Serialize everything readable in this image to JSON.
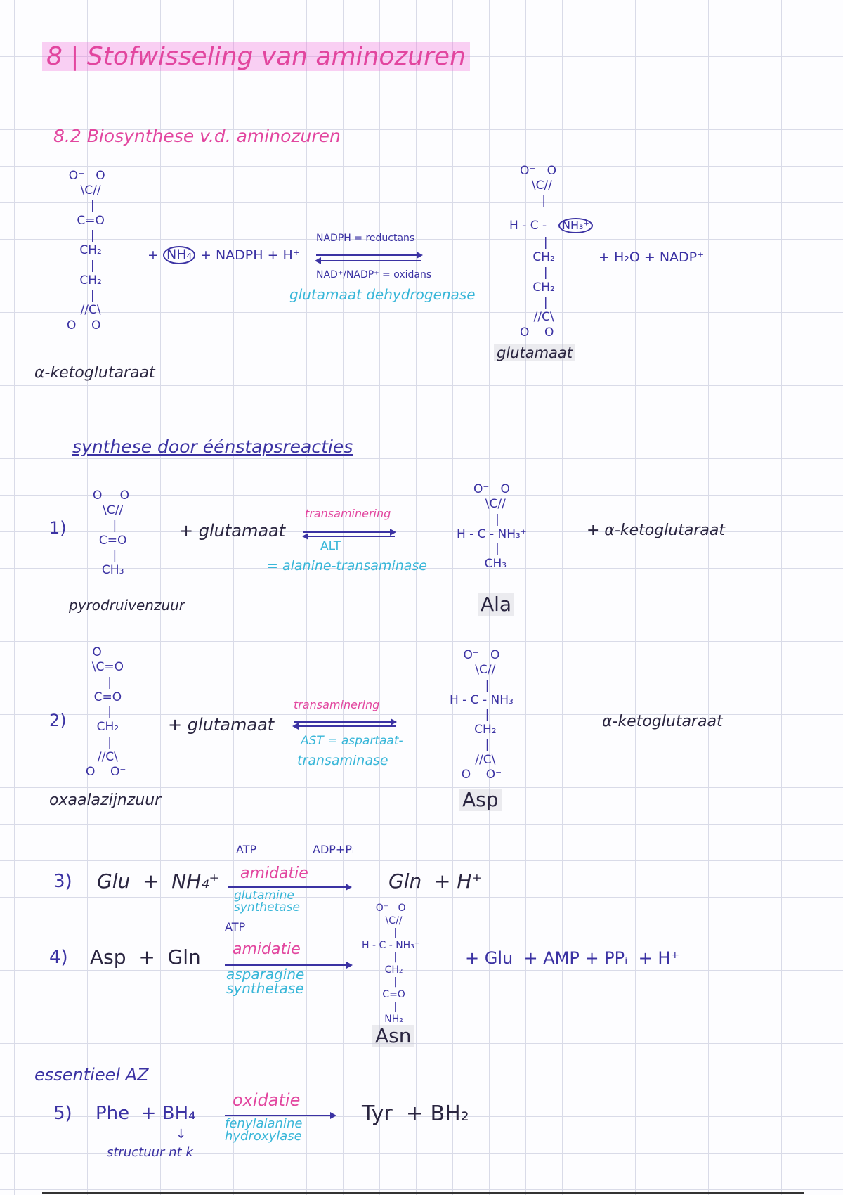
{
  "title": "8 | Stofwisseling van aminozuren",
  "subtitle": "8.2 Biosynthese v.d. aminozuren",
  "reaction_gdh": {
    "substrate_structure": "O⁻   O\n  \\C//\n   |\n  C=O\n   |\n  CH₂\n   |\n  CH₂\n   |\n  //C\\\nO    O⁻",
    "substrate_label": "α-ketoglutaraat",
    "plus1": "+",
    "nh4": "NH₄",
    "reagents": "+ NADPH + H⁺",
    "arrow_top": "NADPH = reductans",
    "arrow_bottom": "NAD⁺/NADP⁺ = oxidans",
    "enzyme": "glutamaat dehydrogenase",
    "product_structure_top": "O⁻   O\n  \\C//\n   |",
    "product_h_c": "H - C -",
    "product_nh3": "NH₃⁺",
    "product_structure_bottom": "   |\n  CH₂\n   |\n  CH₂\n   |\n  //C\\\nO    O⁻",
    "product_label": "glutamaat",
    "byproducts": "+ H₂O + NADP⁺"
  },
  "section_heading": "synthese door éénstapsreacties",
  "reactions": [
    {
      "number": "1)",
      "substrate_structure": "O⁻   O\n \\C//\n  |\n C=O\n  |\n CH₃",
      "substrate_label": "pyrodruivenzuur",
      "plus_reagent": "+ glutamaat",
      "process": "transaminering",
      "enzyme_abbr": "ALT",
      "enzyme": "= alanine-transaminase",
      "product_structure": "O⁻   O\n  \\C//\n   |\nH - C - NH₃⁺\n   |\n  CH₃",
      "product_label": "Ala",
      "byproduct": "+ α-ketoglutaraat"
    },
    {
      "number": "2)",
      "substrate_structure": "O⁻   \n \\C=O\n  |\n C=O\n  |\n CH₂\n  |\n //C\\\nO    O⁻",
      "substrate_label": "oxaalazijnzuur",
      "plus_reagent": "+ glutamaat",
      "process": "transaminering",
      "enzyme_abbr": "AST = aspartaat-",
      "enzyme": "transaminase",
      "product_structure": "O⁻   O\n  \\C//\n   |\nH - C - NH₃\n   |\n  CH₂\n   |\n  //C\\\nO    O⁻",
      "product_label": "Asp",
      "byproduct": "α-ketoglutaraat"
    }
  ],
  "reaction3": {
    "number": "3)",
    "reactants": "Glu  +  NH₄⁺",
    "atp": "ATP",
    "adp": "ADP+Pᵢ",
    "process": "amidatie",
    "enzyme": "glutamine\nsynthetase",
    "products": "Gln  + H⁺"
  },
  "reaction4": {
    "number": "4)",
    "reactants": "Asp  +  Gln",
    "atp": "ATP",
    "process": "amidatie",
    "enzyme": "asparagine\nsynthetase",
    "product_structure": "O⁻   O\n  \\C//\n   |\nH - C - NH₃⁺\n   |\n  CH₂\n   |\n  C=O\n   |\n  NH₂",
    "product_label": "Asn",
    "byproducts": "+ Glu  + AMP + PPᵢ  + H⁺"
  },
  "essential_label": "essentieel AZ",
  "reaction5": {
    "number": "5)",
    "reactants": "Phe  + BH₄",
    "process": "oxidatie",
    "enzyme": "fenylalanine\nhydroxylase",
    "products": "Tyr  + BH₂",
    "down_arrow": "↓",
    "note": "structuur nt k"
  }
}
